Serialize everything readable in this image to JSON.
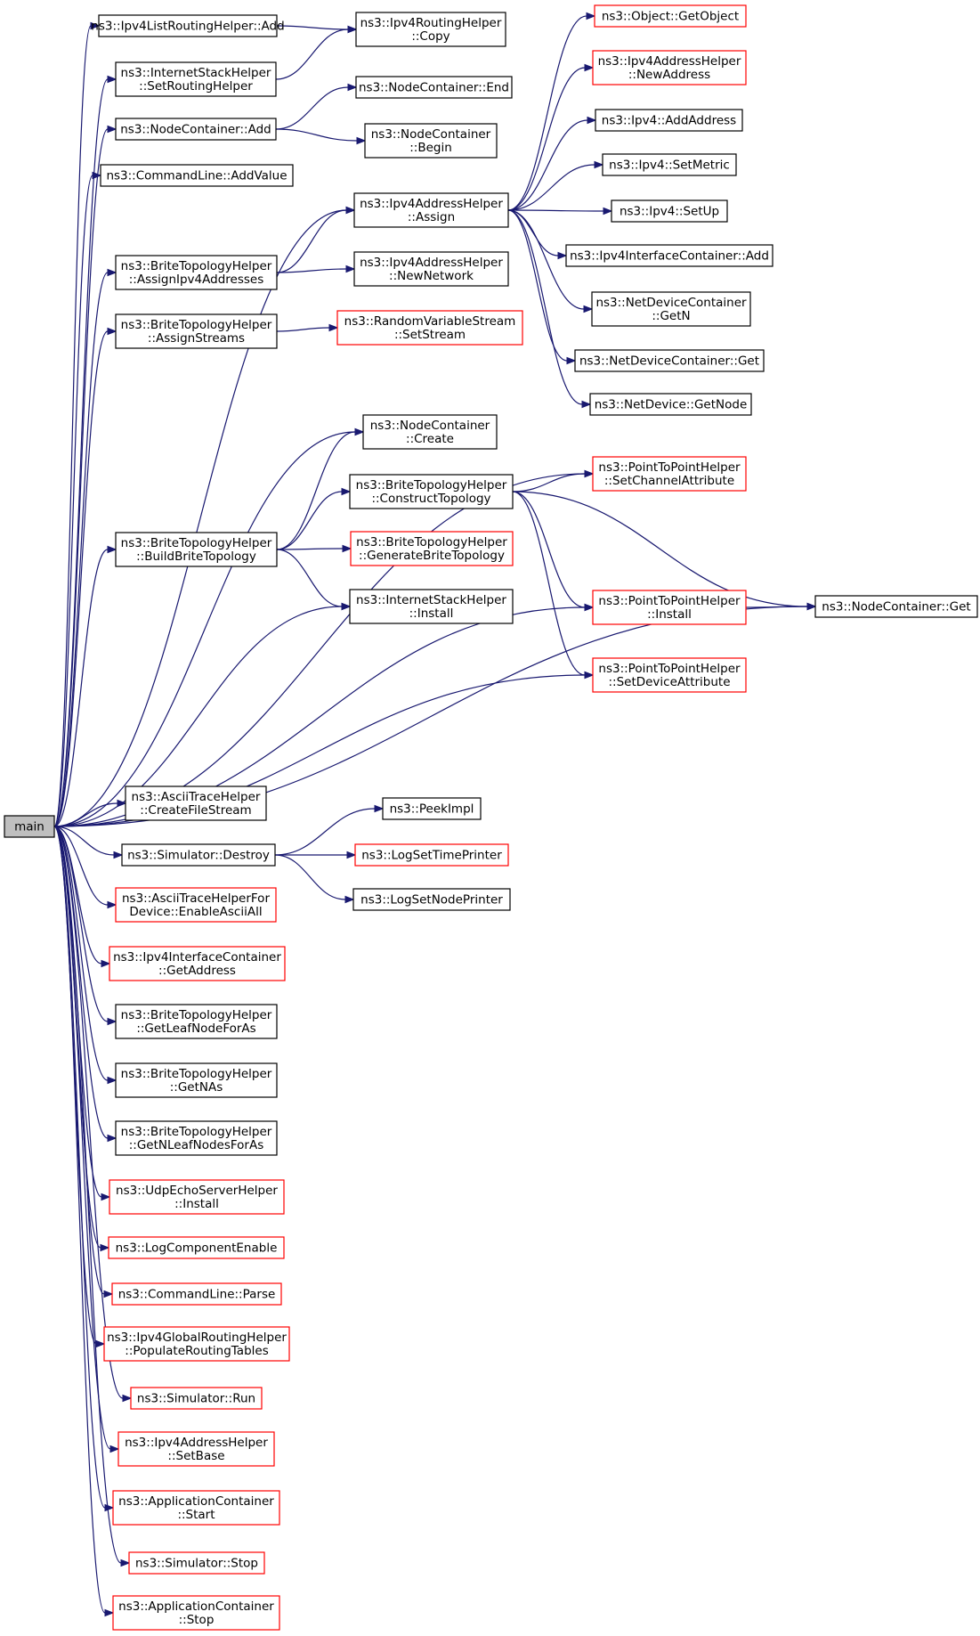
{
  "nodes": [
    {
      "id": "main",
      "lines": [
        "main"
      ],
      "color": "root"
    },
    {
      "id": "ipv4listrouting_add",
      "lines": [
        "ns3::Ipv4ListRoutingHelper::Add"
      ],
      "color": "black"
    },
    {
      "id": "ipv4routing_copy",
      "lines": [
        "ns3::Ipv4RoutingHelper",
        "::Copy"
      ],
      "color": "black"
    },
    {
      "id": "internetstack_setrouting",
      "lines": [
        "ns3::InternetStackHelper",
        "::SetRoutingHelper"
      ],
      "color": "black"
    },
    {
      "id": "nodecontainer_add",
      "lines": [
        "ns3::NodeContainer::Add"
      ],
      "color": "black"
    },
    {
      "id": "nodecontainer_end",
      "lines": [
        "ns3::NodeContainer::End"
      ],
      "color": "black"
    },
    {
      "id": "nodecontainer_begin",
      "lines": [
        "ns3::NodeContainer",
        "::Begin"
      ],
      "color": "black"
    },
    {
      "id": "commandline_addvalue",
      "lines": [
        "ns3::CommandLine::AddValue"
      ],
      "color": "black"
    },
    {
      "id": "ipv4addresshelper_assign",
      "lines": [
        "ns3::Ipv4AddressHelper",
        "::Assign"
      ],
      "color": "black"
    },
    {
      "id": "object_getobject",
      "lines": [
        "ns3::Object::GetObject"
      ],
      "color": "red"
    },
    {
      "id": "ipv4addresshelper_newaddress",
      "lines": [
        "ns3::Ipv4AddressHelper",
        "::NewAddress"
      ],
      "color": "red"
    },
    {
      "id": "ipv4_addaddress",
      "lines": [
        "ns3::Ipv4::AddAddress"
      ],
      "color": "black"
    },
    {
      "id": "ipv4_setmetric",
      "lines": [
        "ns3::Ipv4::SetMetric"
      ],
      "color": "black"
    },
    {
      "id": "ipv4_setup",
      "lines": [
        "ns3::Ipv4::SetUp"
      ],
      "color": "black"
    },
    {
      "id": "ipv4interfacecontainer_add",
      "lines": [
        "ns3::Ipv4InterfaceContainer::Add"
      ],
      "color": "black"
    },
    {
      "id": "netdevicecontainer_getn",
      "lines": [
        "ns3::NetDeviceContainer",
        "::GetN"
      ],
      "color": "black"
    },
    {
      "id": "netdevicecontainer_get",
      "lines": [
        "ns3::NetDeviceContainer::Get"
      ],
      "color": "black"
    },
    {
      "id": "netdevice_getnode",
      "lines": [
        "ns3::NetDevice::GetNode"
      ],
      "color": "black"
    },
    {
      "id": "brite_assignipv4",
      "lines": [
        "ns3::BriteTopologyHelper",
        "::AssignIpv4Addresses"
      ],
      "color": "black"
    },
    {
      "id": "ipv4addresshelper_newnetwork",
      "lines": [
        "ns3::Ipv4AddressHelper",
        "::NewNetwork"
      ],
      "color": "black"
    },
    {
      "id": "brite_assignstreams",
      "lines": [
        "ns3::BriteTopologyHelper",
        "::AssignStreams"
      ],
      "color": "black"
    },
    {
      "id": "randomvariablestream_setstream",
      "lines": [
        "ns3::RandomVariableStream",
        "::SetStream"
      ],
      "color": "red"
    },
    {
      "id": "nodecontainer_create",
      "lines": [
        "ns3::NodeContainer",
        "::Create"
      ],
      "color": "black"
    },
    {
      "id": "p2p_setchannelattribute",
      "lines": [
        "ns3::PointToPointHelper",
        "::SetChannelAttribute"
      ],
      "color": "red"
    },
    {
      "id": "brite_constructtopology",
      "lines": [
        "ns3::BriteTopologyHelper",
        "::ConstructTopology"
      ],
      "color": "black"
    },
    {
      "id": "brite_buildbritetopology",
      "lines": [
        "ns3::BriteTopologyHelper",
        "::BuildBriteTopology"
      ],
      "color": "black"
    },
    {
      "id": "brite_generatebritetopology",
      "lines": [
        "ns3::BriteTopologyHelper",
        "::GenerateBriteTopology"
      ],
      "color": "red"
    },
    {
      "id": "internetstack_install",
      "lines": [
        "ns3::InternetStackHelper",
        "::Install"
      ],
      "color": "black"
    },
    {
      "id": "p2p_install",
      "lines": [
        "ns3::PointToPointHelper",
        "::Install"
      ],
      "color": "red"
    },
    {
      "id": "nodecontainer_get",
      "lines": [
        "ns3::NodeContainer::Get"
      ],
      "color": "black"
    },
    {
      "id": "p2p_setdeviceattribute",
      "lines": [
        "ns3::PointToPointHelper",
        "::SetDeviceAttribute"
      ],
      "color": "red"
    },
    {
      "id": "asciitracehelper_createfilestream",
      "lines": [
        "ns3::AsciiTraceHelper",
        "::CreateFileStream"
      ],
      "color": "black"
    },
    {
      "id": "peekimpl",
      "lines": [
        "ns3::PeekImpl"
      ],
      "color": "black"
    },
    {
      "id": "simulator_destroy",
      "lines": [
        "ns3::Simulator::Destroy"
      ],
      "color": "black"
    },
    {
      "id": "logsettimeprinter",
      "lines": [
        "ns3::LogSetTimePrinter"
      ],
      "color": "red"
    },
    {
      "id": "logsetnodeprinter",
      "lines": [
        "ns3::LogSetNodePrinter"
      ],
      "color": "black"
    },
    {
      "id": "asciitracehelperfordevice_enableasciiall",
      "lines": [
        "ns3::AsciiTraceHelperFor",
        "Device::EnableAsciiAll"
      ],
      "color": "red"
    },
    {
      "id": "ipv4interfacecontainer_getaddress",
      "lines": [
        "ns3::Ipv4InterfaceContainer",
        "::GetAddress"
      ],
      "color": "red"
    },
    {
      "id": "brite_getleafnodeforas",
      "lines": [
        "ns3::BriteTopologyHelper",
        "::GetLeafNodeForAs"
      ],
      "color": "black"
    },
    {
      "id": "brite_getnas",
      "lines": [
        "ns3::BriteTopologyHelper",
        "::GetNAs"
      ],
      "color": "black"
    },
    {
      "id": "brite_getnleafnodesforas",
      "lines": [
        "ns3::BriteTopologyHelper",
        "::GetNLeafNodesForAs"
      ],
      "color": "black"
    },
    {
      "id": "udpechoserverhelper_install",
      "lines": [
        "ns3::UdpEchoServerHelper",
        "::Install"
      ],
      "color": "red"
    },
    {
      "id": "logcomponentenable",
      "lines": [
        "ns3::LogComponentEnable"
      ],
      "color": "red"
    },
    {
      "id": "commandline_parse",
      "lines": [
        "ns3::CommandLine::Parse"
      ],
      "color": "red"
    },
    {
      "id": "ipv4globalrouting_populate",
      "lines": [
        "ns3::Ipv4GlobalRoutingHelper",
        "::PopulateRoutingTables"
      ],
      "color": "red"
    },
    {
      "id": "simulator_run",
      "lines": [
        "ns3::Simulator::Run"
      ],
      "color": "red"
    },
    {
      "id": "ipv4addresshelper_setbase",
      "lines": [
        "ns3::Ipv4AddressHelper",
        "::SetBase"
      ],
      "color": "red"
    },
    {
      "id": "applicationcontainer_start",
      "lines": [
        "ns3::ApplicationContainer",
        "::Start"
      ],
      "color": "red"
    },
    {
      "id": "simulator_stop",
      "lines": [
        "ns3::Simulator::Stop"
      ],
      "color": "red"
    },
    {
      "id": "applicationcontainer_stop",
      "lines": [
        "ns3::ApplicationContainer",
        "::Stop"
      ],
      "color": "red"
    }
  ],
  "edges": [
    [
      "main",
      "ipv4listrouting_add"
    ],
    [
      "main",
      "internetstack_setrouting"
    ],
    [
      "main",
      "nodecontainer_add"
    ],
    [
      "main",
      "commandline_addvalue"
    ],
    [
      "main",
      "ipv4addresshelper_assign"
    ],
    [
      "main",
      "brite_assignipv4"
    ],
    [
      "main",
      "brite_assignstreams"
    ],
    [
      "main",
      "p2p_setchannelattribute"
    ],
    [
      "main",
      "nodecontainer_create"
    ],
    [
      "main",
      "brite_buildbritetopology"
    ],
    [
      "main",
      "internetstack_install"
    ],
    [
      "main",
      "p2p_install"
    ],
    [
      "main",
      "p2p_setdeviceattribute"
    ],
    [
      "main",
      "nodecontainer_get"
    ],
    [
      "main",
      "asciitracehelper_createfilestream"
    ],
    [
      "main",
      "simulator_destroy"
    ],
    [
      "main",
      "asciitracehelperfordevice_enableasciiall"
    ],
    [
      "main",
      "ipv4interfacecontainer_getaddress"
    ],
    [
      "main",
      "brite_getleafnodeforas"
    ],
    [
      "main",
      "brite_getnas"
    ],
    [
      "main",
      "brite_getnleafnodesforas"
    ],
    [
      "main",
      "udpechoserverhelper_install"
    ],
    [
      "main",
      "logcomponentenable"
    ],
    [
      "main",
      "commandline_parse"
    ],
    [
      "main",
      "ipv4globalrouting_populate"
    ],
    [
      "main",
      "simulator_run"
    ],
    [
      "main",
      "ipv4addresshelper_setbase"
    ],
    [
      "main",
      "applicationcontainer_start"
    ],
    [
      "main",
      "simulator_stop"
    ],
    [
      "main",
      "applicationcontainer_stop"
    ],
    [
      "ipv4listrouting_add",
      "ipv4routing_copy"
    ],
    [
      "internetstack_setrouting",
      "ipv4routing_copy"
    ],
    [
      "nodecontainer_add",
      "nodecontainer_end"
    ],
    [
      "nodecontainer_add",
      "nodecontainer_begin"
    ],
    [
      "ipv4addresshelper_assign",
      "object_getobject"
    ],
    [
      "ipv4addresshelper_assign",
      "ipv4addresshelper_newaddress"
    ],
    [
      "ipv4addresshelper_assign",
      "ipv4_addaddress"
    ],
    [
      "ipv4addresshelper_assign",
      "ipv4_setmetric"
    ],
    [
      "ipv4addresshelper_assign",
      "ipv4_setup"
    ],
    [
      "ipv4addresshelper_assign",
      "ipv4interfacecontainer_add"
    ],
    [
      "ipv4addresshelper_assign",
      "netdevicecontainer_getn"
    ],
    [
      "ipv4addresshelper_assign",
      "netdevicecontainer_get"
    ],
    [
      "ipv4addresshelper_assign",
      "netdevice_getnode"
    ],
    [
      "brite_assignipv4",
      "ipv4addresshelper_assign"
    ],
    [
      "brite_assignipv4",
      "ipv4addresshelper_newnetwork"
    ],
    [
      "brite_assignstreams",
      "randomvariablestream_setstream"
    ],
    [
      "brite_buildbritetopology",
      "nodecontainer_create"
    ],
    [
      "brite_buildbritetopology",
      "brite_constructtopology"
    ],
    [
      "brite_buildbritetopology",
      "brite_generatebritetopology"
    ],
    [
      "brite_buildbritetopology",
      "internetstack_install"
    ],
    [
      "brite_constructtopology",
      "p2p_setchannelattribute"
    ],
    [
      "brite_constructtopology",
      "p2p_install"
    ],
    [
      "brite_constructtopology",
      "nodecontainer_get"
    ],
    [
      "brite_constructtopology",
      "p2p_setdeviceattribute"
    ],
    [
      "p2p_install",
      "nodecontainer_get"
    ],
    [
      "simulator_destroy",
      "peekimpl"
    ],
    [
      "simulator_destroy",
      "logsettimeprinter"
    ],
    [
      "simulator_destroy",
      "logsetnodeprinter"
    ]
  ]
}
